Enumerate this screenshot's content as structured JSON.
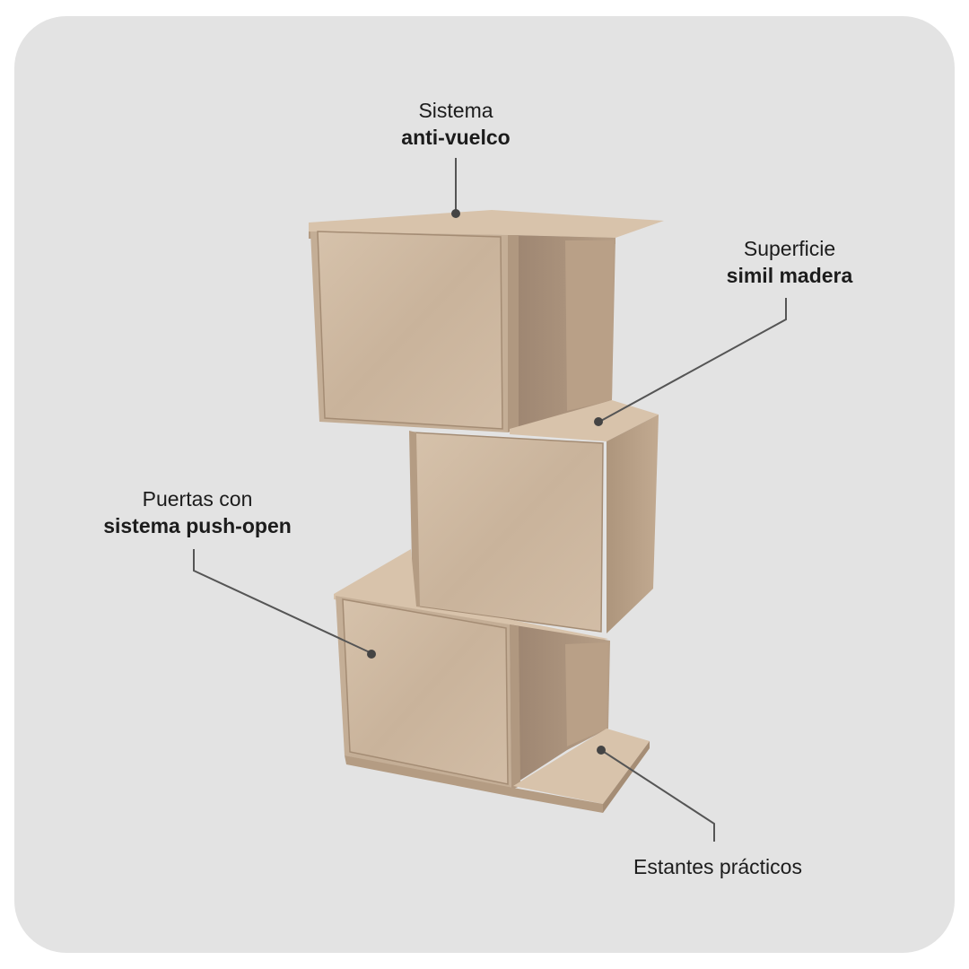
{
  "colors": {
    "background": "#e3e3e3",
    "wood_front": "#cdb8a1",
    "wood_top": "#d9c5ad",
    "wood_side": "#b79f86",
    "wood_inner": "#a8907a",
    "leader_line": "#555555"
  },
  "callouts": {
    "top": {
      "line1": "Sistema",
      "line2": "anti-vuelco"
    },
    "right": {
      "line1": "Superficie",
      "line2": "simil madera"
    },
    "left": {
      "line1": "Puertas con",
      "line2": "sistema push-open"
    },
    "bottom": {
      "line1": "Estantes prácticos"
    }
  }
}
